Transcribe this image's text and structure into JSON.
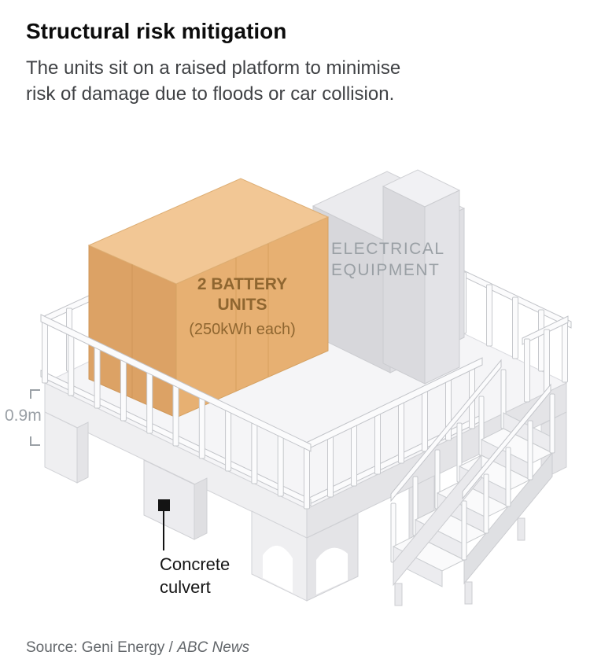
{
  "header": {
    "title": "Structural risk mitigation",
    "subtitle_line1": "The units sit on a raised platform to minimise",
    "subtitle_line2": "risk of damage due to floods or car collision."
  },
  "diagram": {
    "equipment_label": "ELECTRICAL EQUIPMENT",
    "battery_label": "2 BATTERY UNITS",
    "battery_capacity": "(250kWh each)",
    "platform_height": "0.9m",
    "culvert_label": "Concrete culvert"
  },
  "colors": {
    "battery_top": "#f2c795",
    "battery_front": "#dca265",
    "battery_side": "#e7b072",
    "battery_text": "#8f6630",
    "equipment_text": "#9aa0a5",
    "structure_light": "#efeff1",
    "structure_shade": "#e4e4e7",
    "outline": "#c9cbce",
    "marker_black": "#141414",
    "measure_gray": "#9aa0a6"
  },
  "footer": {
    "source_prefix": "Source: Geni Energy / ",
    "source_publication": "ABC News"
  }
}
